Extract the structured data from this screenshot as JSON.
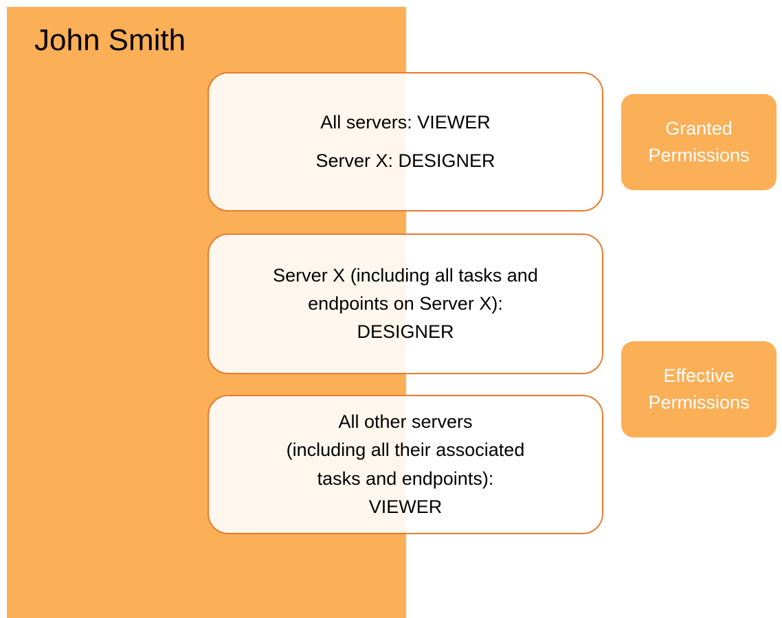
{
  "meta": {
    "accent_orange": "#FBAF56",
    "card_border": "#E9792E",
    "card_fill": "rgba(255,255,255,0.90)",
    "text_color": "#000000",
    "badge_text_color": "#FFFFFF"
  },
  "user": {
    "name": "John Smith"
  },
  "cards": [
    {
      "id": "granted",
      "lines": [
        "All servers: VIEWER",
        "Server X: DESIGNER"
      ]
    },
    {
      "id": "effective-server-x",
      "lines": [
        "Server X (including all tasks and",
        "endpoints on Server X):",
        "DESIGNER"
      ]
    },
    {
      "id": "effective-other-servers",
      "lines": [
        "All other servers",
        "(including all their associated",
        "tasks and endpoints):",
        "VIEWER"
      ]
    }
  ],
  "badges": [
    {
      "id": "granted",
      "lines": [
        "Granted",
        "Permissions"
      ]
    },
    {
      "id": "effective",
      "lines": [
        "Effective",
        "Permissions"
      ]
    }
  ]
}
